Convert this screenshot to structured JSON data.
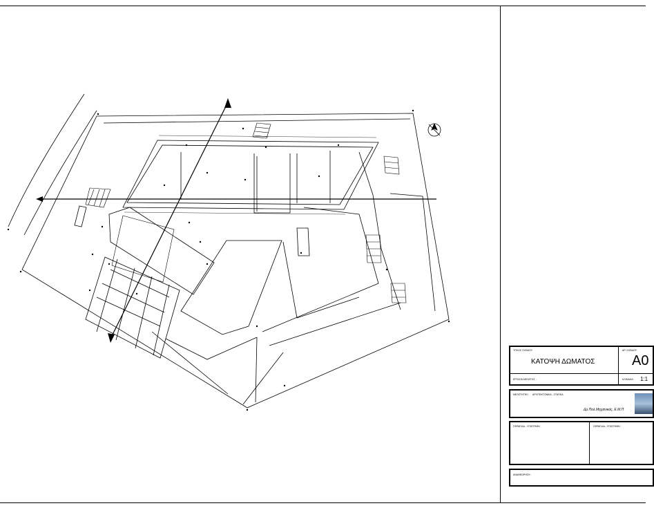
{
  "titleblock": {
    "drawing_title": "ΚΑΤΟΨΗ ΔΩΜΑΤΟΣ",
    "sheet_number": "A0",
    "scale": "1:1",
    "field_title_label": "ΤΙΤΛΟΣ ΣΧΕΔΙΟΥ",
    "field_sheet_label": "ΑΡ. ΣΧΕΔΙΟΥ",
    "field_subject_label": "ΕΡΓΑΣΙΑ ΜΕΛΕΤΗΣ :",
    "field_scale_label": "ΚΛΙΜΑΚΑ :",
    "field_designer_label": "ΜΕΛΕΤΗΤΗΣ :",
    "designer_role": "ΑΡΧΙΤΕΚΤΟΝΙΚΑ - ΣΤΑΤΙΚΑ",
    "designer_name": "Δρ.Πολ.Μηχανικός, Ε.Μ.Π",
    "field_signature_left": "ΣΦΡΑΓΙΔΑ - ΥΠΟΓΡΑΦΗ",
    "field_signature_right": "ΣΦΡΑΓΙΔΑ - ΥΠΟΓΡΑΦΗ",
    "field_notes": "ΑΝΑΘΕΩΡΗΣΗ :"
  }
}
